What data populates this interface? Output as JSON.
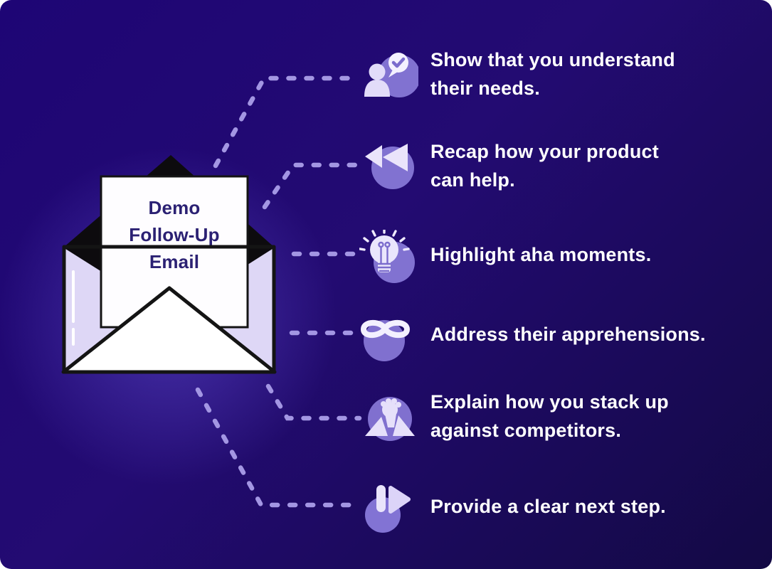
{
  "canvas": {
    "background_top_left": "#1e0575",
    "background_bottom_right": "#130944",
    "glow_color": "#5e4acd",
    "connector_color": "#a396e3",
    "circle_color": "#8172d1",
    "glyph_color": "#e9e3fb",
    "text_color": "#ffffff"
  },
  "envelope": {
    "title_lines": [
      "Demo",
      "Follow-Up",
      "Email"
    ],
    "title_color": "#2b2173",
    "paper_color": "#ffffff",
    "flap_color": "#ded7f6",
    "back_flap_color": "#0d0b0e"
  },
  "items": [
    {
      "icon": "user-check-icon",
      "lines": [
        "Show that you understand",
        "their needs."
      ]
    },
    {
      "icon": "rewind-icon",
      "lines": [
        "Recap how your product",
        "can help."
      ]
    },
    {
      "icon": "lightbulb-icon",
      "lines": [
        "Highlight aha moments."
      ]
    },
    {
      "icon": "infinity-icon",
      "lines": [
        "Address their apprehensions."
      ]
    },
    {
      "icon": "arm-wrestling-icon",
      "lines": [
        "Explain how you stack up",
        "against competitors."
      ]
    },
    {
      "icon": "play-next-icon",
      "lines": [
        "Provide a clear next step."
      ]
    }
  ]
}
